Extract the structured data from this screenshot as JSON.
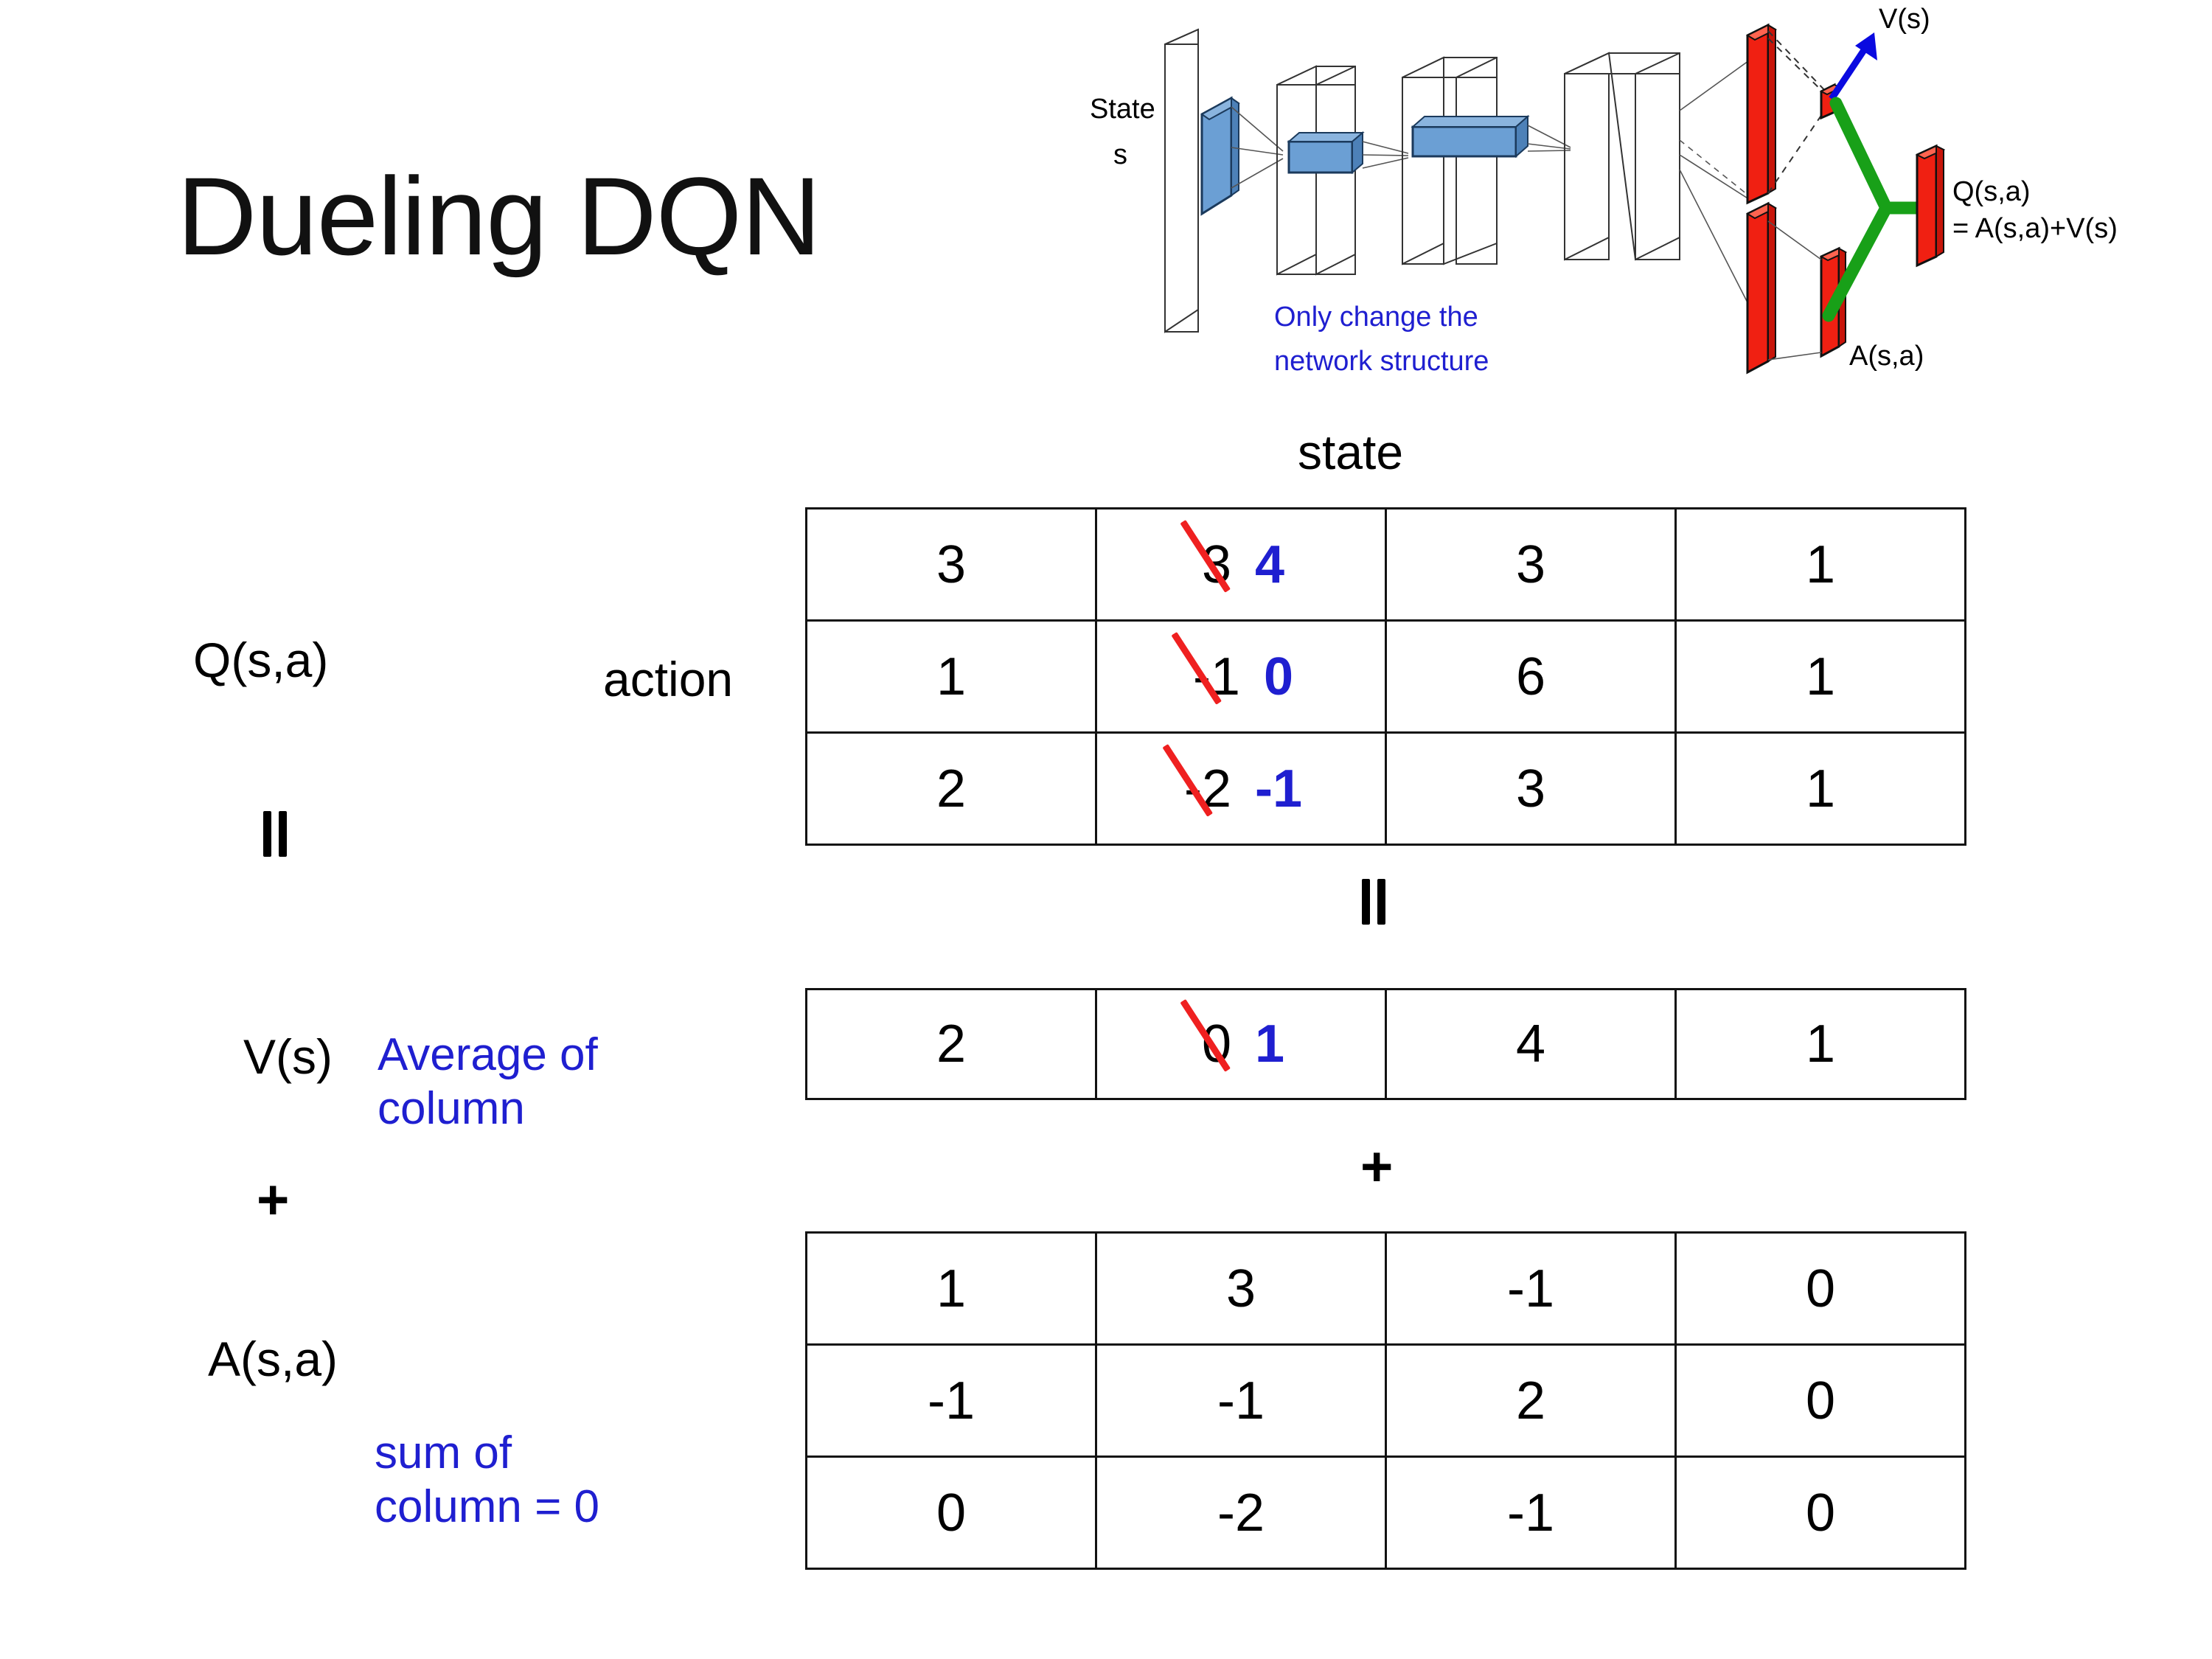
{
  "slide": {
    "title": "Dueling DQN"
  },
  "diagram": {
    "input_label_line1": "State",
    "input_label_line2": "s",
    "value_label": "V(s)",
    "advantage_label": "A(s,a)",
    "q_label": "Q(s,a)",
    "q_formula": "= A(s,a)+V(s)",
    "note_line1": "Only change the",
    "note_line2": "network structure",
    "colors": {
      "note": "#1f1fd0",
      "arrow": "#0a0ae0",
      "bars": "#f02012",
      "merge": "#18a018",
      "conv": "#6b9fd4"
    }
  },
  "labels": {
    "state_axis": "state",
    "action_axis": "action",
    "q_label": "Q(s,a)",
    "v_label": "V(s)",
    "a_label": "A(s,a)",
    "equals_left": "=",
    "equals_mid": "=",
    "plus_left": "+",
    "plus_mid": "+",
    "note_average_line1": "Average of",
    "note_average_line2": "column",
    "note_sum_line1": "sum of",
    "note_sum_line2": "column = 0",
    "colors": {
      "annotation_blue": "#1f1fd0",
      "strike_red": "#ef2020",
      "corrected_blue": "#1f1fd0"
    }
  },
  "tables": {
    "q_table": {
      "name": "Q(s,a)",
      "rows": [
        [
          {
            "value": "3"
          },
          {
            "value": "3",
            "struck": true,
            "corrected": "4"
          },
          {
            "value": "3"
          },
          {
            "value": "1"
          }
        ],
        [
          {
            "value": "1"
          },
          {
            "value": "-1",
            "struck": true,
            "corrected": "0"
          },
          {
            "value": "6"
          },
          {
            "value": "1"
          }
        ],
        [
          {
            "value": "2"
          },
          {
            "value": "-2",
            "struck": true,
            "corrected": "-1"
          },
          {
            "value": "3"
          },
          {
            "value": "1"
          }
        ]
      ]
    },
    "v_table": {
      "name": "V(s)",
      "rows": [
        [
          {
            "value": "2"
          },
          {
            "value": "0",
            "struck": true,
            "corrected": "1"
          },
          {
            "value": "4"
          },
          {
            "value": "1"
          }
        ]
      ]
    },
    "a_table": {
      "name": "A(s,a)",
      "rows": [
        [
          {
            "value": "1"
          },
          {
            "value": "3"
          },
          {
            "value": "-1"
          },
          {
            "value": "0"
          }
        ],
        [
          {
            "value": "-1"
          },
          {
            "value": "-1"
          },
          {
            "value": "2"
          },
          {
            "value": "0"
          }
        ],
        [
          {
            "value": "0"
          },
          {
            "value": "-2"
          },
          {
            "value": "-1"
          },
          {
            "value": "0"
          }
        ]
      ]
    }
  }
}
